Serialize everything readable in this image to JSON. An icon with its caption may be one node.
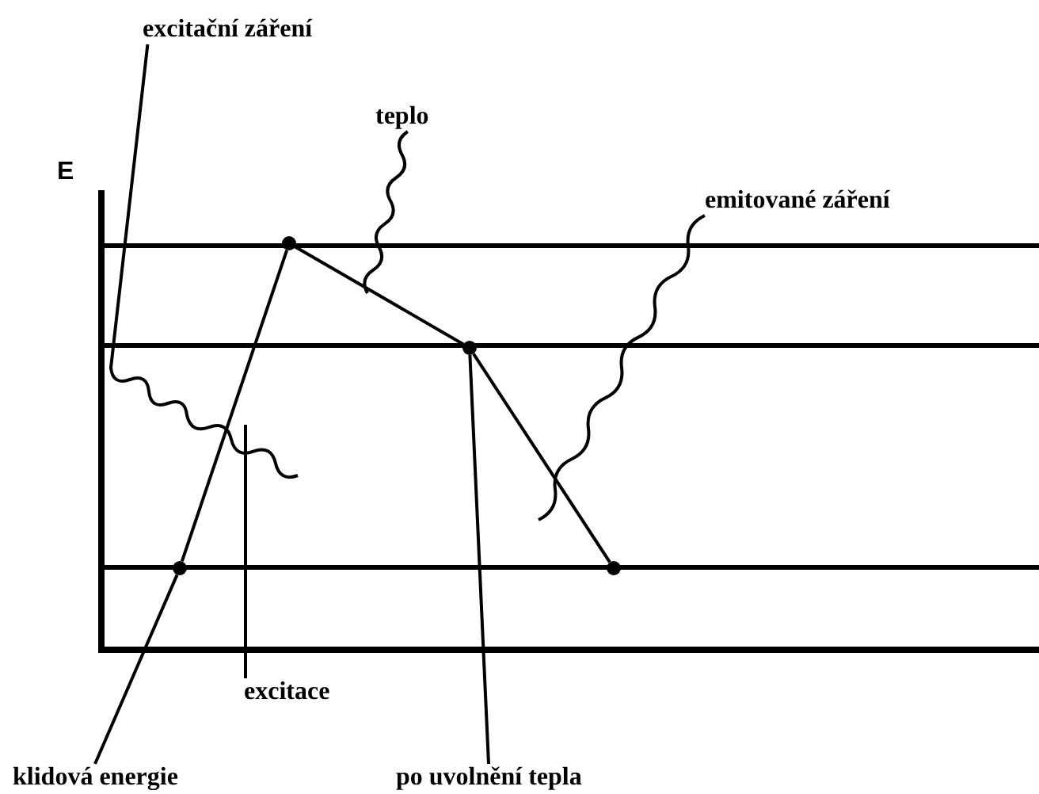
{
  "diagram": {
    "nodes": [
      {
        "text": [
          "excitační záření"
        ]
      },
      {
        "text": [
          "teplo"
        ]
      },
      {
        "text": [
          "emitované záření"
        ]
      },
      {
        "text": [],
        "shape": "circle"
      },
      {
        "text": [],
        "shape": "circle"
      },
      {
        "text": [],
        "shape": "circle"
      },
      {
        "text": [],
        "shape": "circle"
      },
      {
        "text": [
          "excitace"
        ]
      },
      {
        "text": [
          "klidová energie"
        ]
      },
      {
        "text": [
          "po uvolnění tepla"
        ]
      }
    ],
    "edges": [
      {
        "from": 3,
        "to": 4,
        "arrow": "none"
      },
      {
        "from": 4,
        "to": 5,
        "arrow": "none"
      },
      {
        "from": 5,
        "to": 6,
        "arrow": "none"
      },
      {
        "from": 0,
        "to": null,
        "arrow": "none"
      },
      {
        "from": 1,
        "to": null,
        "arrow": "none"
      },
      {
        "from": 2,
        "to": null,
        "arrow": "none"
      },
      {
        "from": 7,
        "to": null,
        "arrow": "none"
      },
      {
        "from": 8,
        "to": 3,
        "arrow": "none"
      },
      {
        "from": 9,
        "to": 5,
        "arrow": "none"
      }
    ],
    "labels": [
      "E"
    ]
  }
}
